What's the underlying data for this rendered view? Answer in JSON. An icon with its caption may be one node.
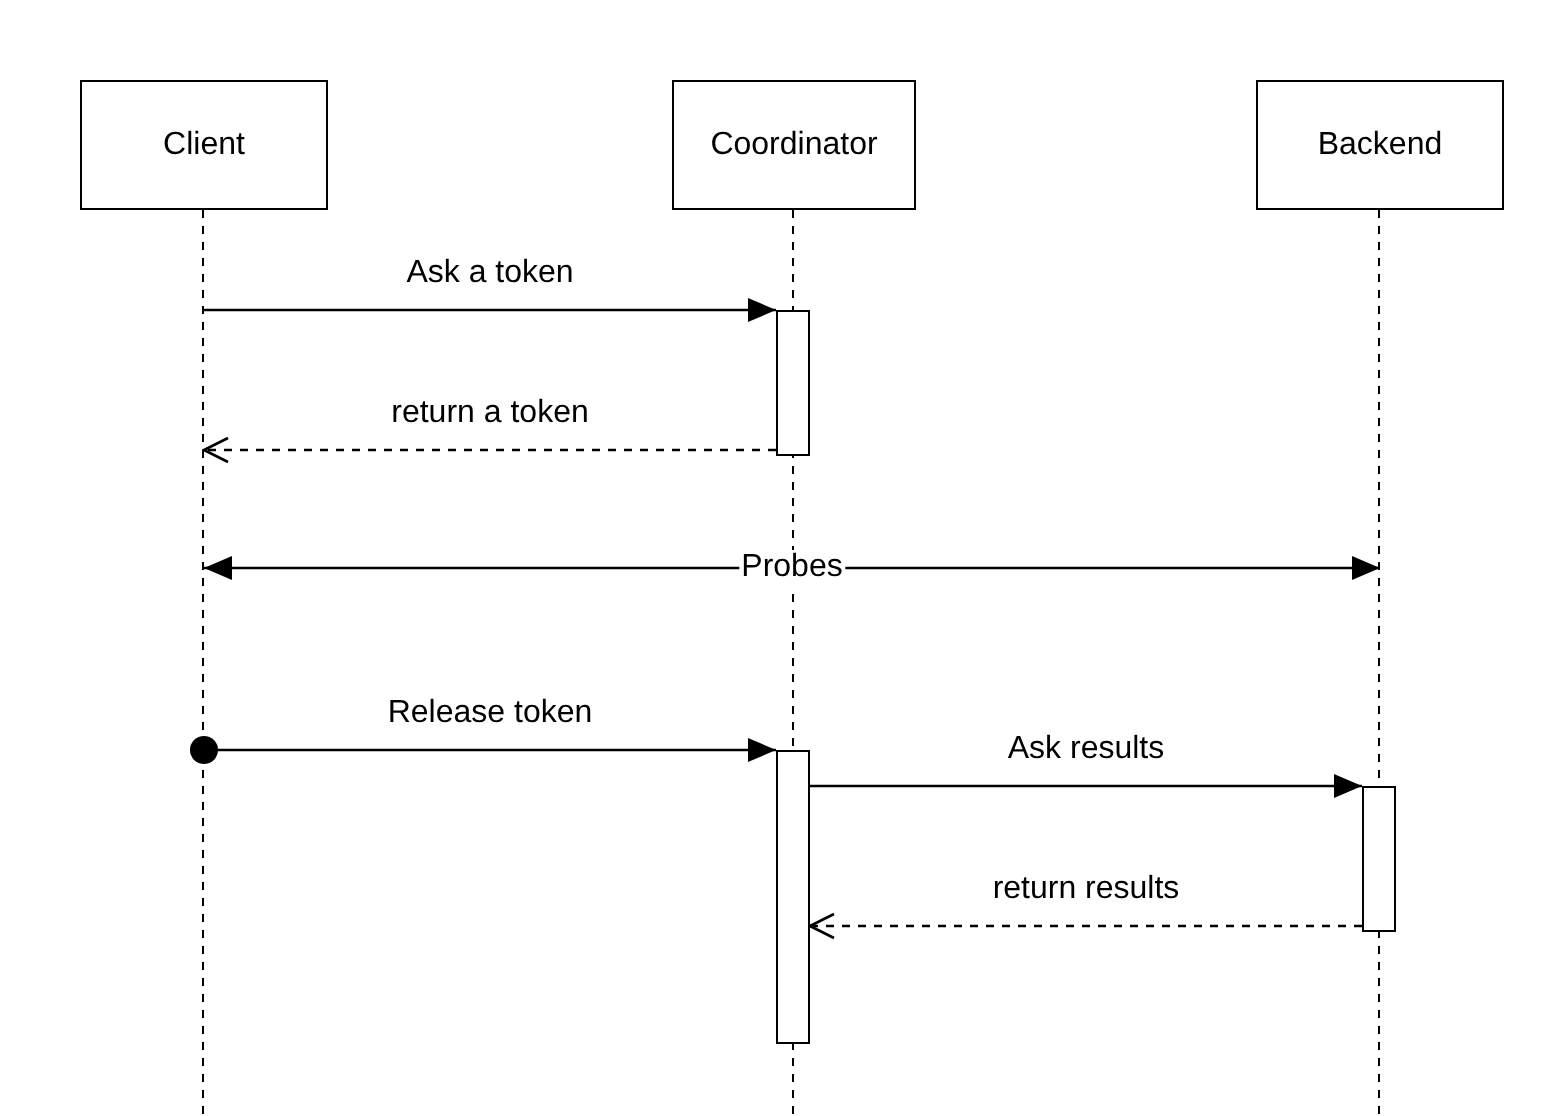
{
  "diagram": {
    "nodes": [
      {
        "text": [
          "Client"
        ]
      },
      {
        "text": [
          "Coordinator"
        ]
      },
      {
        "text": [
          "Backend"
        ]
      },
      {
        "text": [],
        "shape": "line"
      },
      {
        "text": [],
        "shape": "line"
      },
      {
        "text": [],
        "shape": "line"
      },
      {
        "text": [],
        "shape": "bar"
      },
      {
        "text": [],
        "shape": "bar"
      },
      {
        "text": [],
        "shape": "bar"
      }
    ],
    "edges": [
      {
        "from": 3,
        "to": 6,
        "arrow": "to",
        "label": "Ask a token"
      },
      {
        "from": 6,
        "to": 3,
        "arrow": "to",
        "label": "return a token",
        "style": "dashed"
      },
      {
        "from": 3,
        "to": 5,
        "arrow": "both",
        "label": "Probes"
      },
      {
        "from": 3,
        "to": 7,
        "arrow": "to",
        "label": "Release token"
      },
      {
        "from": 7,
        "to": 8,
        "arrow": "to",
        "label": "Ask results"
      },
      {
        "from": 8,
        "to": 7,
        "arrow": "to",
        "label": "return results",
        "style": "dashed"
      }
    ]
  }
}
